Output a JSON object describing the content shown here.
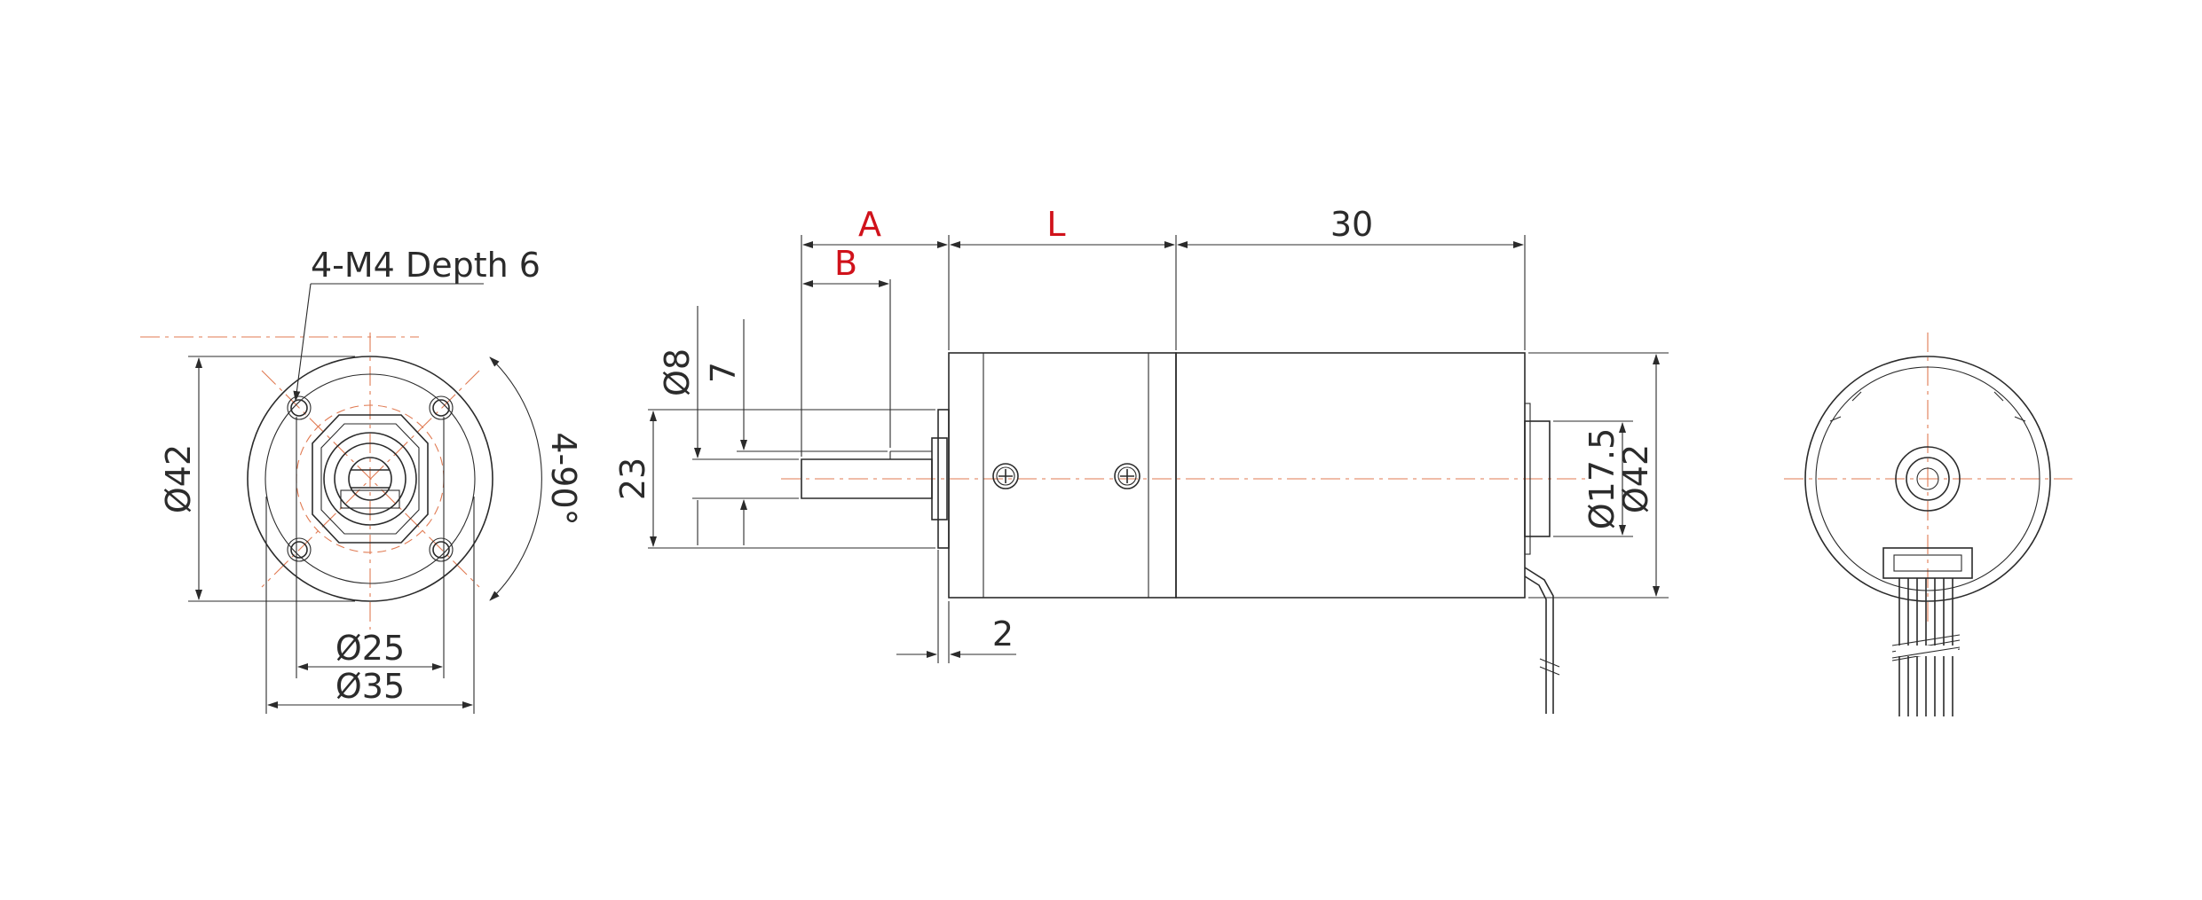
{
  "diagram": {
    "labels": {
      "thread": "4-M4 Depth 6",
      "front_dia_outer": "Ø42",
      "front_pcd": "Ø25",
      "front_dia_35": "Ø35",
      "angle": "4-90°",
      "dim_A": "A",
      "dim_B": "B",
      "dim_L": "L",
      "dim_30": "30",
      "shaft_dia": "Ø8",
      "flat_7": "7",
      "boss_23": "23",
      "flange_2": "2",
      "rear_boss_dia": "Ø17.5",
      "body_dia": "Ø42"
    },
    "colors": {
      "line": "#2b2b2b",
      "centerline": "#e07a52",
      "variable_dim": "#d0121b"
    }
  }
}
